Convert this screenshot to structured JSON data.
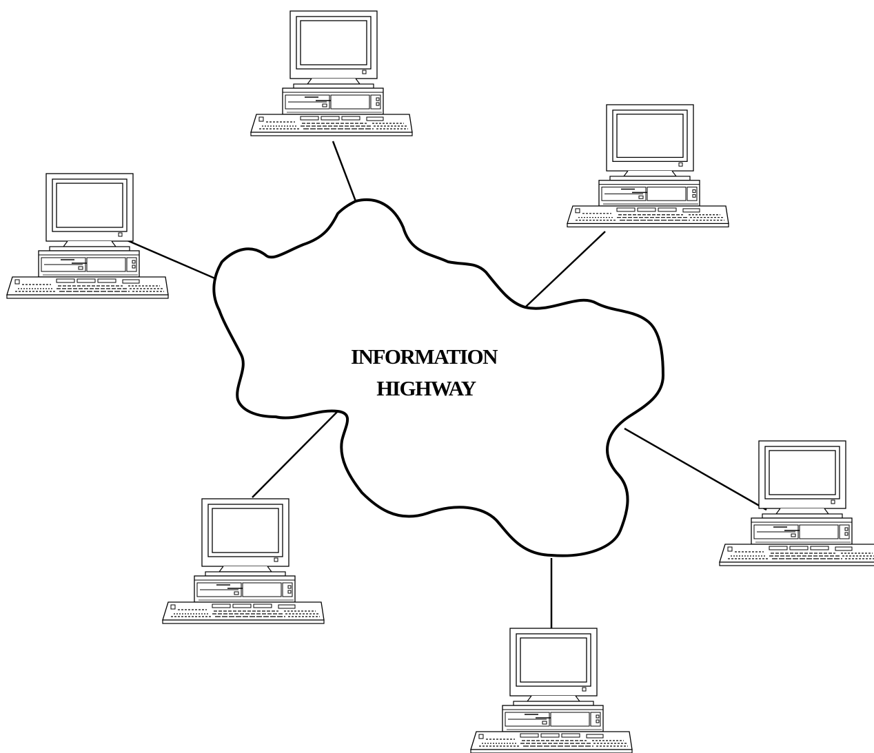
{
  "diagram": {
    "cloud_label_line1": "INFORMATION",
    "cloud_label_line2": "HIGHWAY"
  },
  "nodes": [
    {
      "id": "computer-top",
      "icon": "desktop-computer-icon"
    },
    {
      "id": "computer-top-right",
      "icon": "desktop-computer-icon"
    },
    {
      "id": "computer-left",
      "icon": "desktop-computer-icon"
    },
    {
      "id": "computer-right",
      "icon": "desktop-computer-icon"
    },
    {
      "id": "computer-bottom-left",
      "icon": "desktop-computer-icon"
    },
    {
      "id": "computer-bottom",
      "icon": "desktop-computer-icon"
    }
  ],
  "colors": {
    "line": "#000000",
    "background": "#ffffff"
  }
}
